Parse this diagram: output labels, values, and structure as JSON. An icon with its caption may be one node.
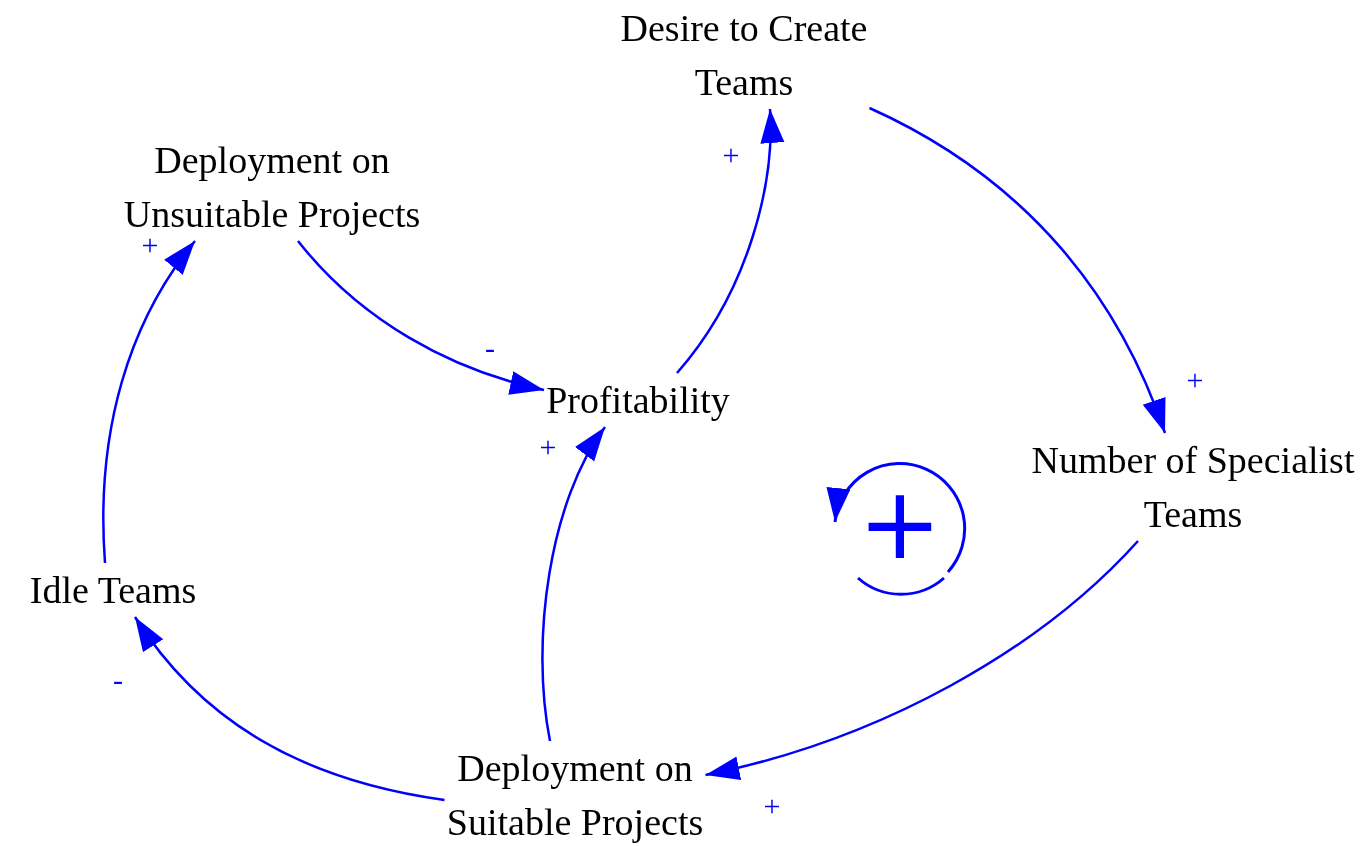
{
  "diagram": {
    "nodes": [
      {
        "text": [
          "Desire to Create Teams"
        ]
      },
      {
        "text": [
          "Deployment on Unsuitable Projects"
        ]
      },
      {
        "text": [
          "Profitability"
        ]
      },
      {
        "text": [
          "Number of Specialist Teams"
        ]
      },
      {
        "text": [
          "Idle Teams"
        ]
      },
      {
        "text": [
          "Deployment on Suitable Projects"
        ]
      }
    ],
    "edges": [
      {
        "from": 1,
        "to": 2,
        "arrow": "to",
        "label": "-"
      },
      {
        "from": 2,
        "to": 0,
        "arrow": "to",
        "label": "+"
      },
      {
        "from": 0,
        "to": 3,
        "arrow": "to",
        "label": "+"
      },
      {
        "from": 3,
        "to": 5,
        "arrow": "to",
        "label": "+"
      },
      {
        "from": 5,
        "to": 2,
        "arrow": "to",
        "label": "+"
      },
      {
        "from": 5,
        "to": 4,
        "arrow": "to",
        "label": "-"
      },
      {
        "from": 4,
        "to": 1,
        "arrow": "to",
        "label": "+"
      }
    ],
    "labels": [
      "+"
    ]
  }
}
